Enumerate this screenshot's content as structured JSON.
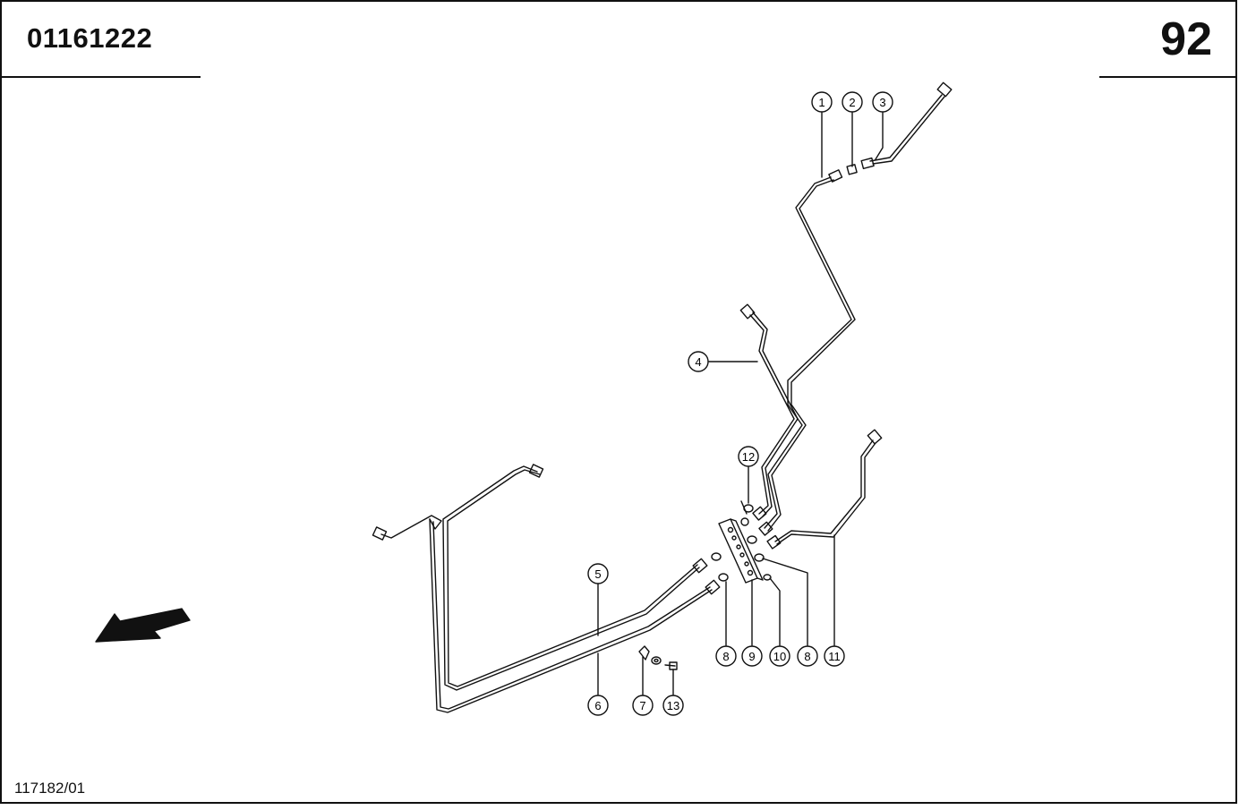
{
  "header": {
    "part_code": "01161222",
    "page_number": "92"
  },
  "footer": {
    "drawing_ref": "117182/01"
  },
  "callouts": [
    "1",
    "2",
    "3",
    "4",
    "5",
    "6",
    "7",
    "8",
    "9",
    "10",
    "8",
    "11",
    "12",
    "13"
  ],
  "colors": {
    "line": "#111111",
    "background": "#ffffff"
  }
}
